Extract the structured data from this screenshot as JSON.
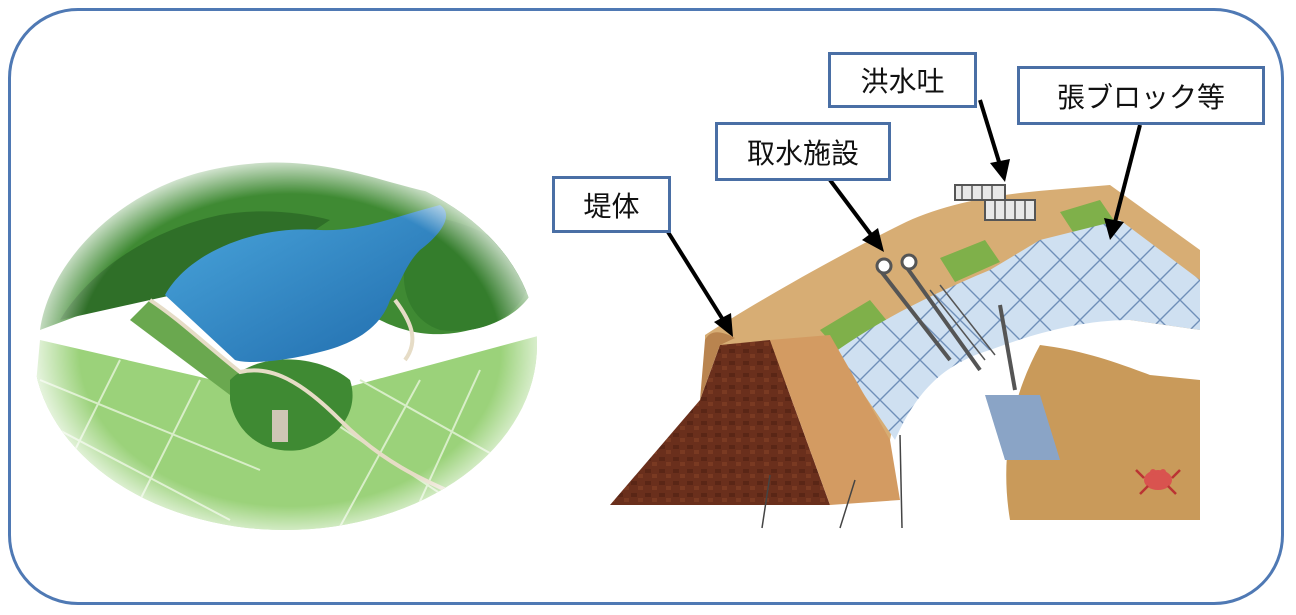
{
  "labels": {
    "embankment": "堤体",
    "intake": "取水施設",
    "spillway": "洪水吐",
    "revetment": "張ブロック等"
  },
  "colors": {
    "frame_border": "#4f79b4",
    "label_border": "#4a6fa5",
    "water": "#2f7fc0",
    "forest": "#3f8a33",
    "field": "#9bd27a",
    "core": "#6a2f1c",
    "shell": "#d39b62",
    "crest": "#c99a5a",
    "grass_strip": "#7fb04a",
    "concrete_grid": "#c9dcef"
  },
  "icons": {
    "crab": "crab-icon"
  }
}
